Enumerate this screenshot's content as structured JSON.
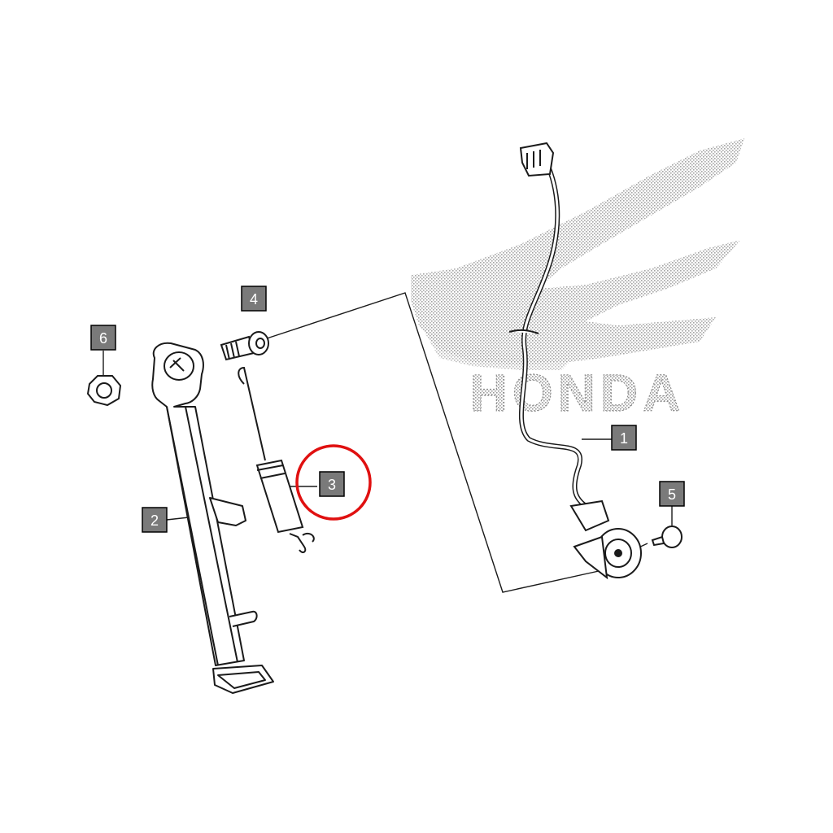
{
  "watermark": {
    "brand": "HONDA",
    "logo": "honda-wing-logo"
  },
  "callouts": [
    {
      "id": "1",
      "label": "1",
      "part": "side-stand-switch"
    },
    {
      "id": "2",
      "label": "2",
      "part": "side-stand"
    },
    {
      "id": "3",
      "label": "3",
      "part": "side-stand-spring",
      "highlighted": true
    },
    {
      "id": "4",
      "label": "4",
      "part": "side-stand-pivot-bolt"
    },
    {
      "id": "5",
      "label": "5",
      "part": "switch-mounting-bolt"
    },
    {
      "id": "6",
      "label": "6",
      "part": "pivot-nut"
    }
  ],
  "colors": {
    "callout_box": "#7a7a7a",
    "callout_border": "#000000",
    "callout_text": "#ffffff",
    "highlight_ring": "#e01010",
    "line_art": "#1a1a1a",
    "watermark": "#b8b8b8"
  }
}
